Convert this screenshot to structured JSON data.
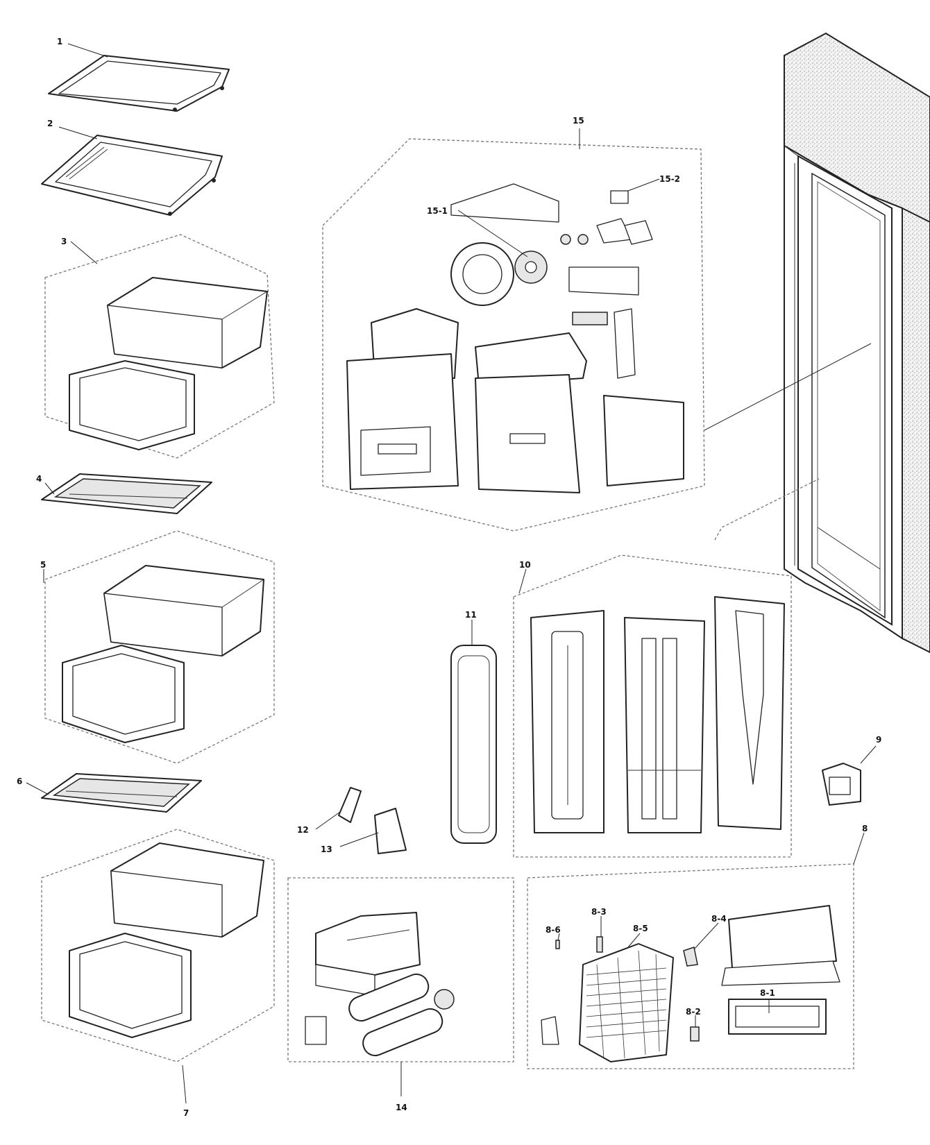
{
  "callouts": {
    "c1": "1",
    "c2": "2",
    "c3": "3",
    "c4": "4",
    "c5": "5",
    "c6": "6",
    "c7": "7",
    "c8": "8",
    "c8_1": "8-1",
    "c8_2": "8-2",
    "c8_3": "8-3",
    "c8_4": "8-4",
    "c8_5": "8-5",
    "c8_6": "8-6",
    "c9": "9",
    "c10": "10",
    "c11": "11",
    "c12": "12",
    "c13": "13",
    "c14": "14",
    "c15": "15",
    "c15_1": "15-1",
    "c15_2": "15-2"
  }
}
